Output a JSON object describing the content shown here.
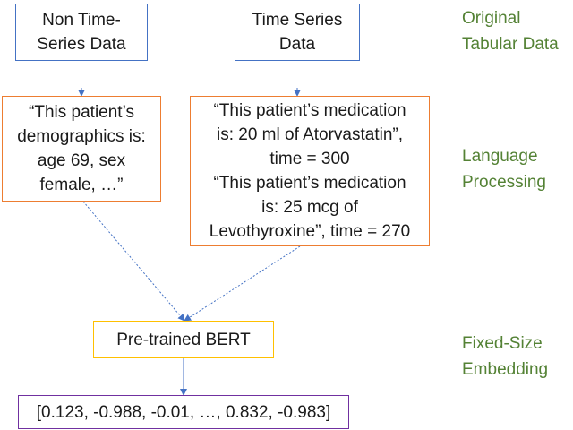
{
  "boxes": {
    "non_time_series": [
      "Non Time-",
      "Series Data"
    ],
    "time_series": [
      "Time Series",
      "Data"
    ],
    "demographics_text": [
      "“This patient’s",
      "demographics is:",
      "age 69, sex",
      "female, …”"
    ],
    "medication_text": [
      "“This patient’s medication",
      "is: 20 ml of Atorvastatin”,",
      "time = 300",
      "“This patient’s medication",
      "is: 25 mcg of",
      "Levothyroxine”, time = 270"
    ],
    "bert": "Pre-trained BERT",
    "embedding_vector": "[0.123, -0.988, -0.01, …, 0.832, -0.983]"
  },
  "stages": {
    "original": [
      "Original",
      "Tabular Data"
    ],
    "language": [
      "Language",
      "Processing"
    ],
    "embedding": [
      "Fixed-Size",
      "Embedding"
    ]
  },
  "colors": {
    "input_border": "#4472c4",
    "text_border": "#ed7d31",
    "model_border": "#ffc000",
    "output_border": "#7030a0",
    "stage_label": "#548235",
    "arrow": "#4472c4"
  }
}
